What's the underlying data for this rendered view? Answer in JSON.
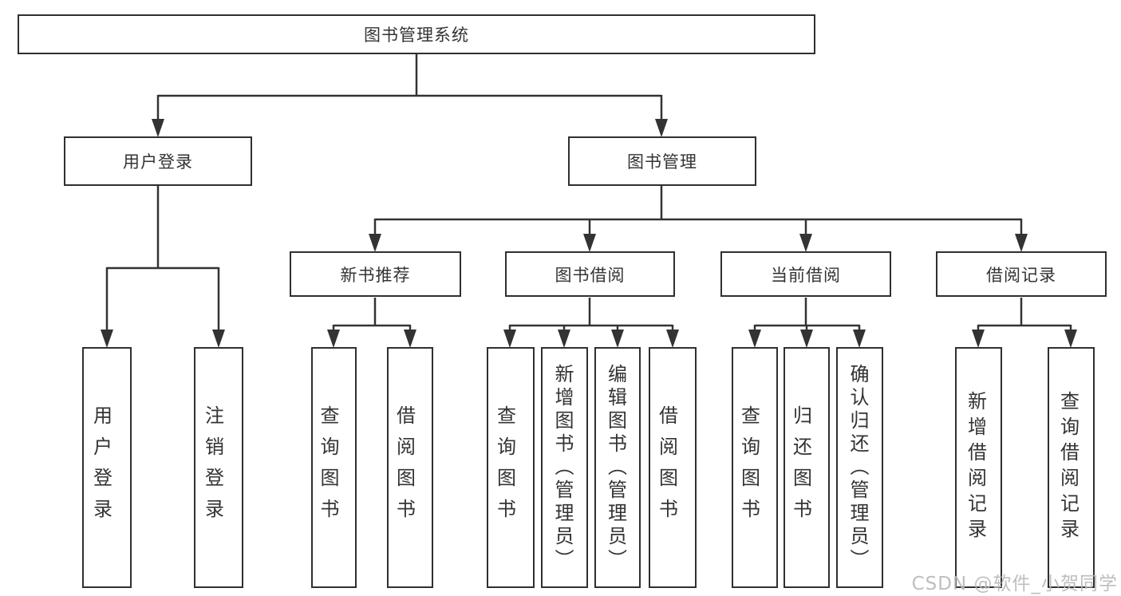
{
  "diagram": {
    "root": {
      "label": "图书管理系统"
    },
    "level2": [
      {
        "id": "user-login",
        "label": "用户登录"
      },
      {
        "id": "book-management",
        "label": "图书管理"
      }
    ],
    "level3": [
      {
        "id": "new-book-recommend",
        "parent": "book-management",
        "label": "新书推荐"
      },
      {
        "id": "book-borrow",
        "parent": "book-management",
        "label": "图书借阅"
      },
      {
        "id": "current-borrow",
        "parent": "book-management",
        "label": "当前借阅"
      },
      {
        "id": "borrow-records",
        "parent": "book-management",
        "label": "借阅记录"
      }
    ],
    "leaves": [
      {
        "parent": "user-login",
        "label": "用户登录"
      },
      {
        "parent": "user-login",
        "label": "注销登录"
      },
      {
        "parent": "new-book-recommend",
        "label": "查询图书"
      },
      {
        "parent": "new-book-recommend",
        "label": "借阅图书"
      },
      {
        "parent": "book-borrow",
        "label": "查询图书"
      },
      {
        "parent": "book-borrow",
        "label": "新增图书（管理员）"
      },
      {
        "parent": "book-borrow",
        "label": "编辑图书（管理员）"
      },
      {
        "parent": "book-borrow",
        "label": "借阅图书"
      },
      {
        "parent": "current-borrow",
        "label": "查询图书"
      },
      {
        "parent": "current-borrow",
        "label": "归还图书"
      },
      {
        "parent": "current-borrow",
        "label": "确认归还（管理员）"
      },
      {
        "parent": "borrow-records",
        "label": "新增借阅记录"
      },
      {
        "parent": "borrow-records",
        "label": "查询借阅记录"
      }
    ]
  },
  "watermark": {
    "text": "CSDN @软件_小贺同学"
  },
  "colors": {
    "line": "#333333",
    "border": "#2f2f2f",
    "text": "#333333",
    "background": "#ffffff",
    "watermark": "#b8b8b8"
  }
}
